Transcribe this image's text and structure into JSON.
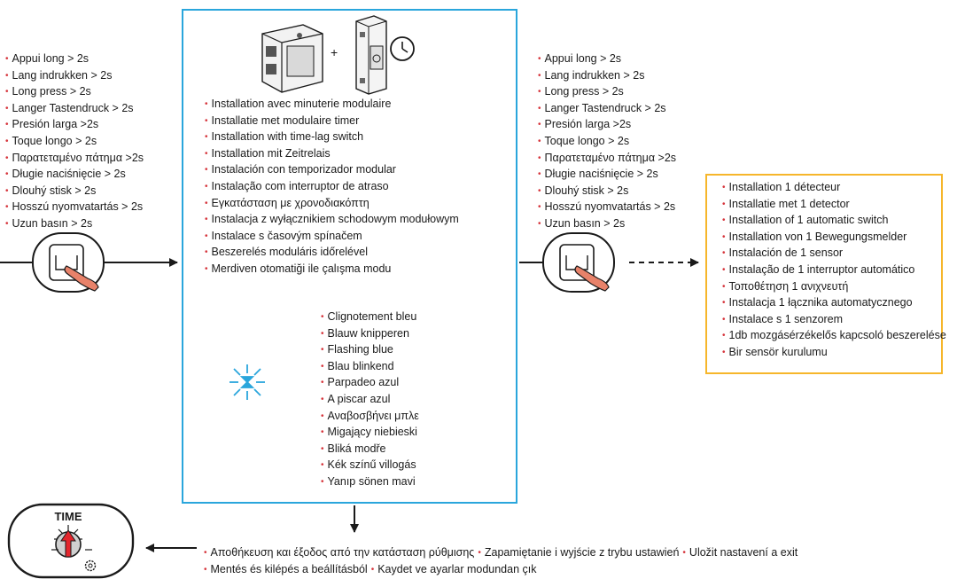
{
  "left_list": [
    "Appui long > 2s",
    "Lang indrukken > 2s",
    "Long press > 2s",
    "Langer Tastendruck > 2s",
    "Presión larga >2s",
    "Toque longo > 2s",
    "Παρατεταμένο πάτημα >2s",
    "Długie naciśnięcie > 2s",
    "Dlouhý stisk > 2s",
    "Hosszú nyomvatartás > 2s",
    "Uzun basın > 2s"
  ],
  "right_list": [
    "Appui long > 2s",
    "Lang indrukken > 2s",
    "Long press > 2s",
    "Langer Tastendruck > 2s",
    "Presión larga >2s",
    "Toque longo > 2s",
    "Παρατεταμένο πάτημα >2s",
    "Długie naciśnięcie > 2s",
    "Dlouhý stisk > 2s",
    "Hosszú nyomvatartás > 2s",
    "Uzun basın > 2s"
  ],
  "installation_list": [
    "Installation avec minuterie modulaire",
    "Installatie met modulaire timer",
    "Installation with time-lag switch",
    "Installation mit Zeitrelais",
    "Instalación con temporizador modular",
    "Instalação com interruptor de atraso",
    "Εγκατάσταση με χρονοδιακόπτη",
    "Instalacja z wyłącznikiem schodowym modułowym",
    "Instalace s časovým spínačem",
    "Beszerelés moduláris időrelével",
    "Merdiven otomatiği ile çalışma modu"
  ],
  "blink_list": [
    "Clignotement bleu",
    "Blauw knipperen",
    "Flashing blue",
    "Blau blinkend",
    "Parpadeo azul",
    "A piscar azul",
    "Αναβοσβήνει μπλε",
    "Migający niebieski",
    "Bliká modře",
    "Kék színű villogás",
    "Yanıp sönen mavi"
  ],
  "detector_list": [
    "Installation 1 détecteur",
    "Installatie met 1 detector",
    "Installation of 1 automatic switch",
    "Installation von  1 Bewegungsmelder",
    "Instalación de 1 sensor",
    "Instalação de 1 interruptor automático",
    "Τοποθέτηση 1 ανιχνευτή",
    "Instalacja 1 łącznika automatycznego",
    "Instalace s 1 senzorem",
    "1db mozgásérzékelős kapcsoló beszerelése",
    "Bir sensör kurulumu"
  ],
  "bottom": {
    "line1": [
      "Αποθήκευση και έξοδος από την κατάσταση ρύθμισης",
      "Zapamiętanie i wyjście z trybu ustawień",
      "Uložit nastavení a exit"
    ],
    "line2": [
      "Mentés és kilépés a beállításból",
      "Kaydet ve ayarlar modundan çık"
    ]
  },
  "plus_sign": "+",
  "time_label": "TIME",
  "colors": {
    "center_border": "#2aa6dc",
    "detector_border": "#f6b62b",
    "bullet": "#d6363d",
    "blink_icon": "#2aa6dc",
    "finger": "#e8826a",
    "dial_arrow": "#e3262d"
  },
  "icons": [
    "wall-switch-icon",
    "timer-relay-icon",
    "clock-icon",
    "push-button-icon",
    "finger-icon",
    "blue-blink-icon",
    "time-dial-icon",
    "gear-icon"
  ]
}
